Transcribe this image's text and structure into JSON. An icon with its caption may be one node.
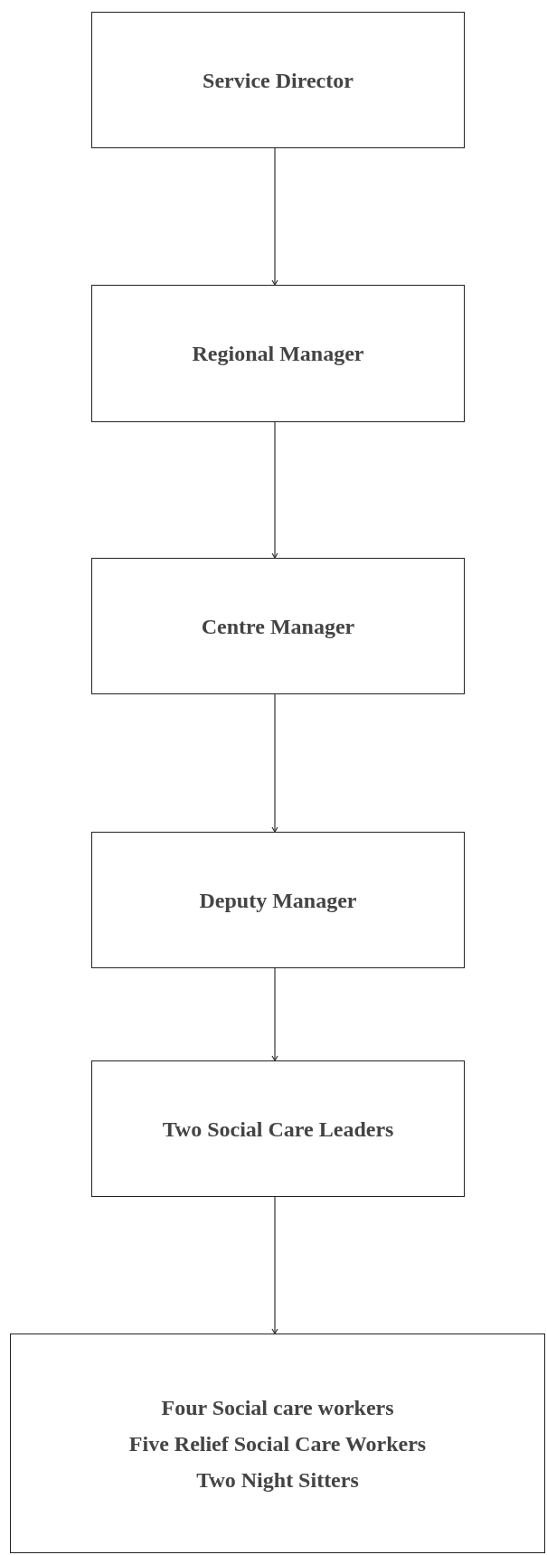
{
  "diagram": {
    "nodes": [
      {
        "text": [
          "Service Director"
        ]
      },
      {
        "text": [
          "Regional Manager"
        ]
      },
      {
        "text": [
          "Centre Manager"
        ]
      },
      {
        "text": [
          "Deputy Manager"
        ]
      },
      {
        "text": [
          "Two Social Care Leaders"
        ]
      },
      {
        "text": [
          "Four Social care workers",
          "Five Relief Social Care Workers",
          "Two Night Sitters"
        ]
      }
    ],
    "edges": [
      {
        "from": 0,
        "to": 1,
        "arrow": "to"
      },
      {
        "from": 1,
        "to": 2,
        "arrow": "to"
      },
      {
        "from": 2,
        "to": 3,
        "arrow": "to"
      },
      {
        "from": 3,
        "to": 4,
        "arrow": "to"
      },
      {
        "from": 4,
        "to": 5,
        "arrow": "to"
      }
    ]
  }
}
